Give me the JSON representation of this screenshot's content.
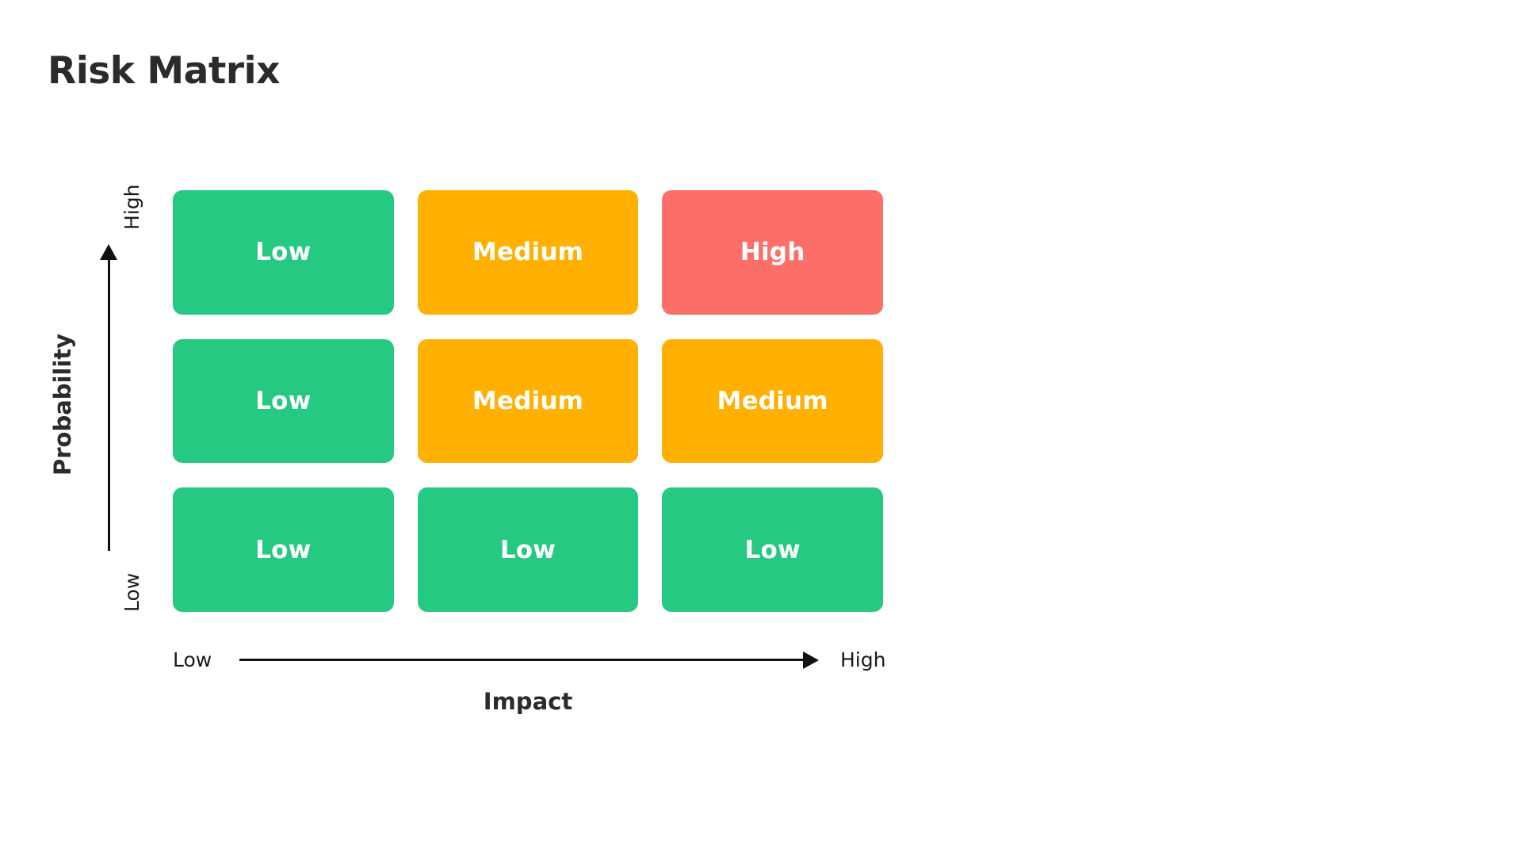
{
  "page": {
    "title": "Risk Matrix",
    "background_color": "#ffffff",
    "title_color": "#2b2b2b"
  },
  "legend_colors": {
    "low": "#26c981",
    "medium": "#ffb000",
    "high": "#fc6e68",
    "cell_text": "#ffffff",
    "axis": "#111111"
  },
  "y_axis": {
    "title": "Probability",
    "low_label": "Low",
    "high_label": "High",
    "direction": "up"
  },
  "x_axis": {
    "title": "Impact",
    "low_label": "Low",
    "high_label": "High",
    "direction": "right"
  },
  "chart_data": {
    "type": "heatmap",
    "title": "Risk Matrix",
    "xlabel": "Impact",
    "ylabel": "Probability",
    "x_categories": [
      "Low",
      "Medium",
      "High"
    ],
    "y_categories": [
      "High",
      "Medium",
      "Low"
    ],
    "x_tick_labels": [
      "Low",
      "High"
    ],
    "y_tick_labels": [
      "Low",
      "High"
    ],
    "grid": false,
    "legend": false,
    "value_colors": {
      "Low": "#26c981",
      "Medium": "#ffb000",
      "High": "#fc6e68"
    },
    "cells": [
      {
        "row": 0,
        "col": 0,
        "probability": "High",
        "impact": "Low",
        "value": "Low",
        "color": "#26c981"
      },
      {
        "row": 0,
        "col": 1,
        "probability": "High",
        "impact": "Medium",
        "value": "Medium",
        "color": "#ffb000"
      },
      {
        "row": 0,
        "col": 2,
        "probability": "High",
        "impact": "High",
        "value": "High",
        "color": "#fc6e68"
      },
      {
        "row": 1,
        "col": 0,
        "probability": "Medium",
        "impact": "Low",
        "value": "Low",
        "color": "#26c981"
      },
      {
        "row": 1,
        "col": 1,
        "probability": "Medium",
        "impact": "Medium",
        "value": "Medium",
        "color": "#ffb000"
      },
      {
        "row": 1,
        "col": 2,
        "probability": "Medium",
        "impact": "High",
        "value": "Medium",
        "color": "#ffb000"
      },
      {
        "row": 2,
        "col": 0,
        "probability": "Low",
        "impact": "Low",
        "value": "Low",
        "color": "#26c981"
      },
      {
        "row": 2,
        "col": 1,
        "probability": "Low",
        "impact": "Medium",
        "value": "Low",
        "color": "#26c981"
      },
      {
        "row": 2,
        "col": 2,
        "probability": "Low",
        "impact": "High",
        "value": "Low",
        "color": "#26c981"
      }
    ]
  }
}
